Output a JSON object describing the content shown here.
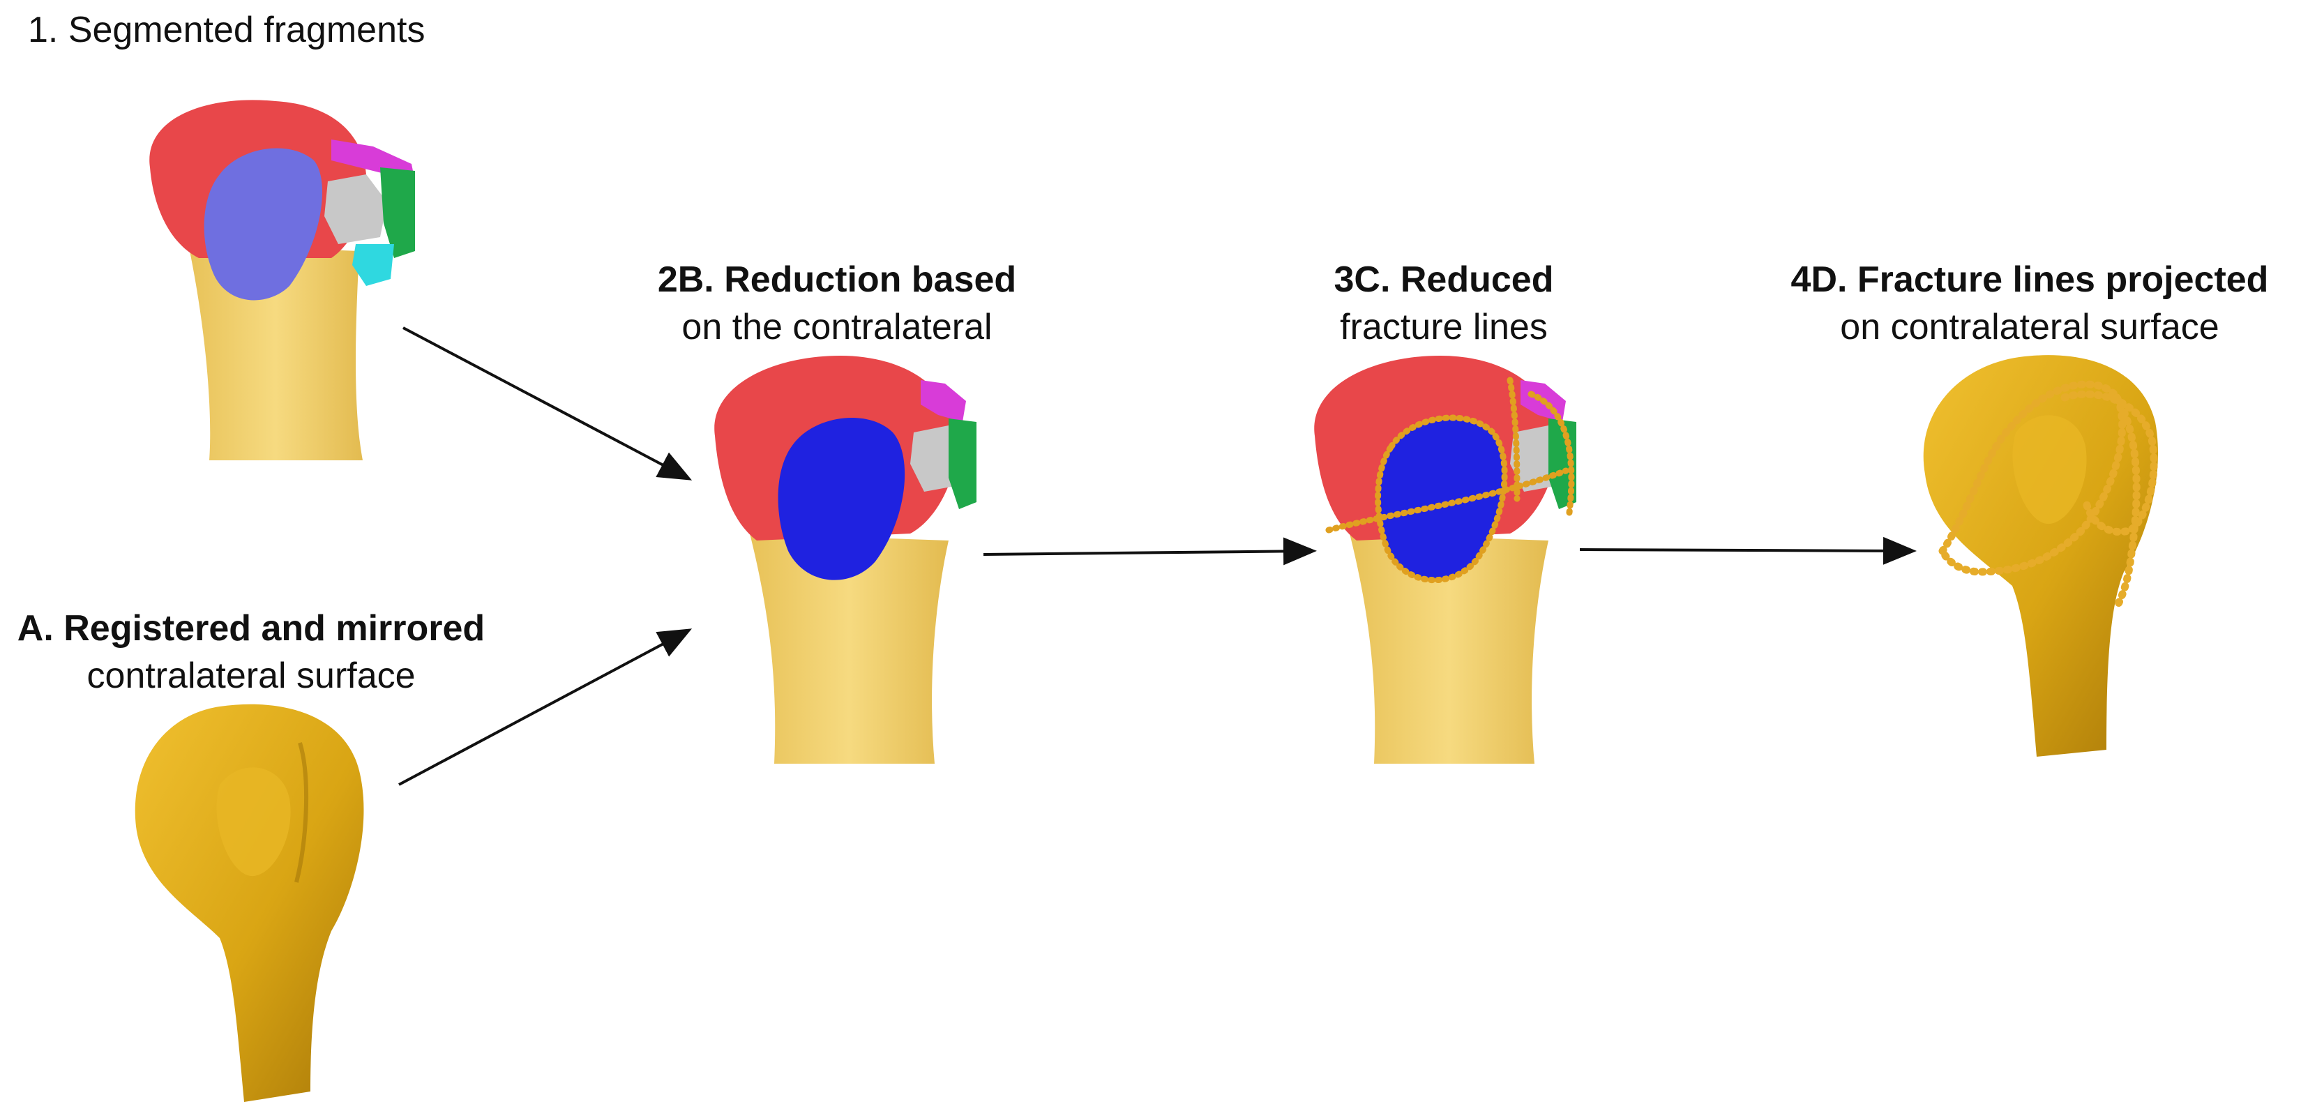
{
  "labels": {
    "step1": {
      "prefix": "1.",
      "text": "Segmented fragments"
    },
    "stepA": {
      "line1_prefix": "A.",
      "line1": "Registered and mirrored",
      "line2": "contralateral surface"
    },
    "step2B": {
      "line1_prefix": "2B.",
      "line1": "Reduction based",
      "line2": "on the contralateral"
    },
    "step3C": {
      "line1_prefix": "3C.",
      "line1": "Reduced",
      "line2": "fracture lines"
    },
    "step4D": {
      "line1_prefix": "4D.",
      "line1": "Fracture lines projected",
      "line2": "on contralateral surface"
    }
  },
  "colors": {
    "bone_shaft": "#f2d06b",
    "contralateral_gold": "#d9a514",
    "fragment_red": "#e8474a",
    "fragment_blue_light": "#6f6fe0",
    "fragment_blue": "#1f22e0",
    "fragment_gray": "#c8c8c8",
    "fragment_green": "#1fa84a",
    "fragment_magenta": "#d83cd8",
    "fragment_cyan": "#2fd8e0",
    "fracture_line": "#e0a020",
    "arrow": "#111111"
  },
  "icons": {
    "segmented-humerus": "humerus-fragments-icon",
    "contralateral-humerus": "humerus-gold-icon",
    "reduced-humerus": "humerus-reduced-icon",
    "fracture-lines-humerus": "humerus-lines-icon",
    "projected-humerus": "humerus-projected-icon"
  }
}
